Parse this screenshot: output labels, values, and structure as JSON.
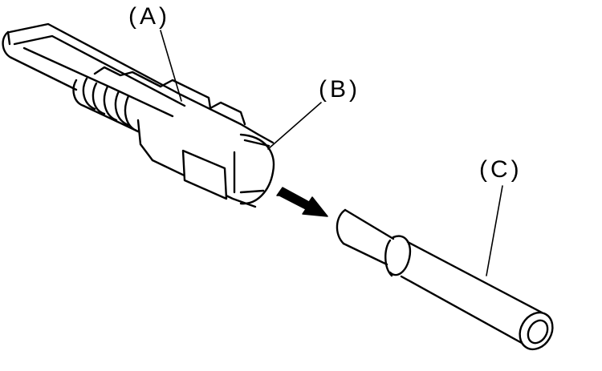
{
  "diagram": {
    "labels": {
      "a": "(A)",
      "b": "(B)",
      "c": "(C)"
    }
  }
}
